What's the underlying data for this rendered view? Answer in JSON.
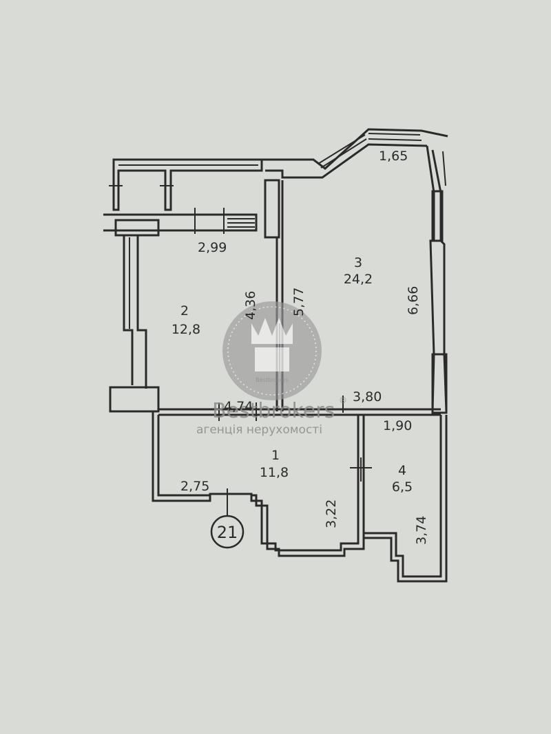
{
  "rooms": [
    {
      "number": "1",
      "area": "11,8"
    },
    {
      "number": "2",
      "area": "12,8"
    },
    {
      "number": "3",
      "area": "24,2"
    },
    {
      "number": "4",
      "area": "6,5"
    }
  ],
  "dimensions": {
    "d_1_65": "1,65",
    "d_2_99": "2,99",
    "d_4_36": "4,36",
    "d_5_77": "5,77",
    "d_6_66": "6,66",
    "d_3_80": "3,80",
    "d_4_74": "4,74",
    "d_1_90": "1,90",
    "d_2_75": "2,75",
    "d_3_22": "3,22",
    "d_3_74": "3,74"
  },
  "apartment_number": "21",
  "watermark": {
    "brand": "Bestbrokers",
    "tagline": "агенція нерухомості",
    "registered": "®",
    "seal_text": "Bestbrokers"
  },
  "colors": {
    "paper": "#d9dbd6",
    "ink": "#2a2a2a",
    "watermark": "#8a8a8a"
  }
}
